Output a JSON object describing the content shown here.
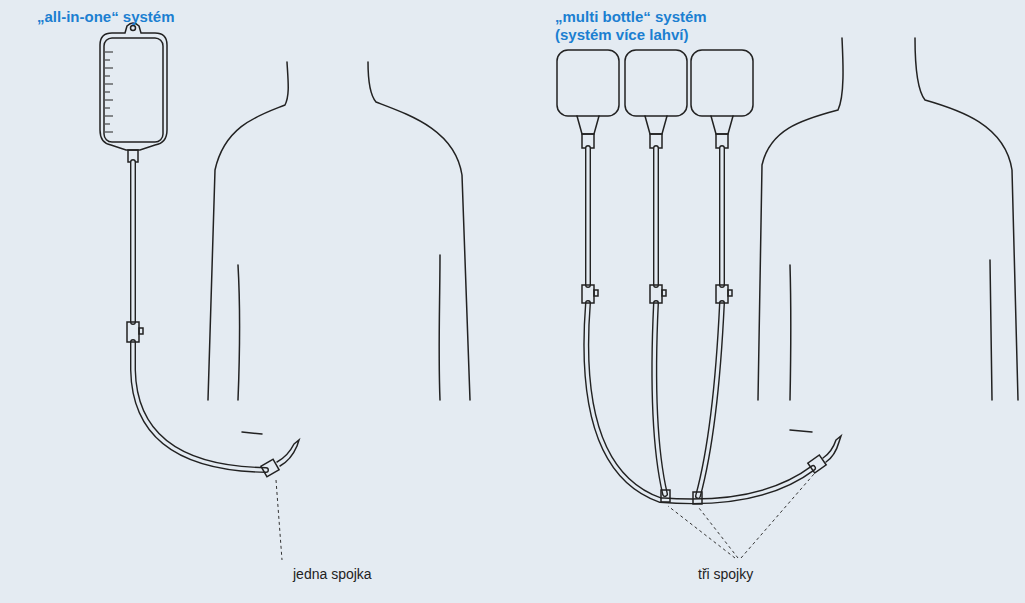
{
  "diagram": {
    "labels": [
      "„all-in-one“ systém",
      "„multi bottle“ systém (systém více lahví)",
      "jedna spojka",
      "tři spojky"
    ]
  }
}
